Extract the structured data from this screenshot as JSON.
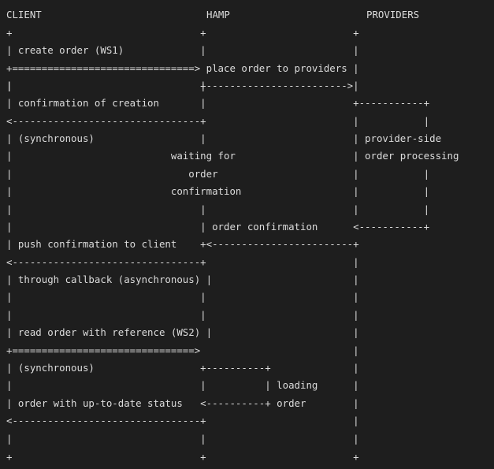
{
  "headers": {
    "client": "CLIENT",
    "hamp": "HAMP",
    "providers": "PROVIDERS"
  },
  "lines": [
    "+                                +                         +",
    "| create order (WS1)             |                         |",
    "+===============================> place order to providers |",
    "|                                |                         |",
    "|                                +------------------------>",
    "| confirmation of creation       |                         +-----------+",
    "<--------------------------------+                         |           |",
    "| (synchronous)                  |                         | provider-side",
    "|                           waiting for                    | order processing",
    "|                              order                       |           |",
    "|                           confirmation                   |           |",
    "|                                |                         |           |",
    "|                                | order confirmation      <-----------+",
    "| push confirmation to client    +<------------------------+",
    "<--------------------------------+                         |",
    "| through callback (asynchronous) |                        |",
    "|                                |                         |",
    "|                                |                         |",
    "| read order with reference (WS2) |                        |",
    "+===============================>                          |",
    "| (synchronous)                  +----------+              |",
    "|                                |          | loading      |",
    "| order with up-to-date status   <----------+ order        |",
    "<--------------------------------+                         |",
    "|                                |                         |",
    "+                                +                         +"
  ]
}
